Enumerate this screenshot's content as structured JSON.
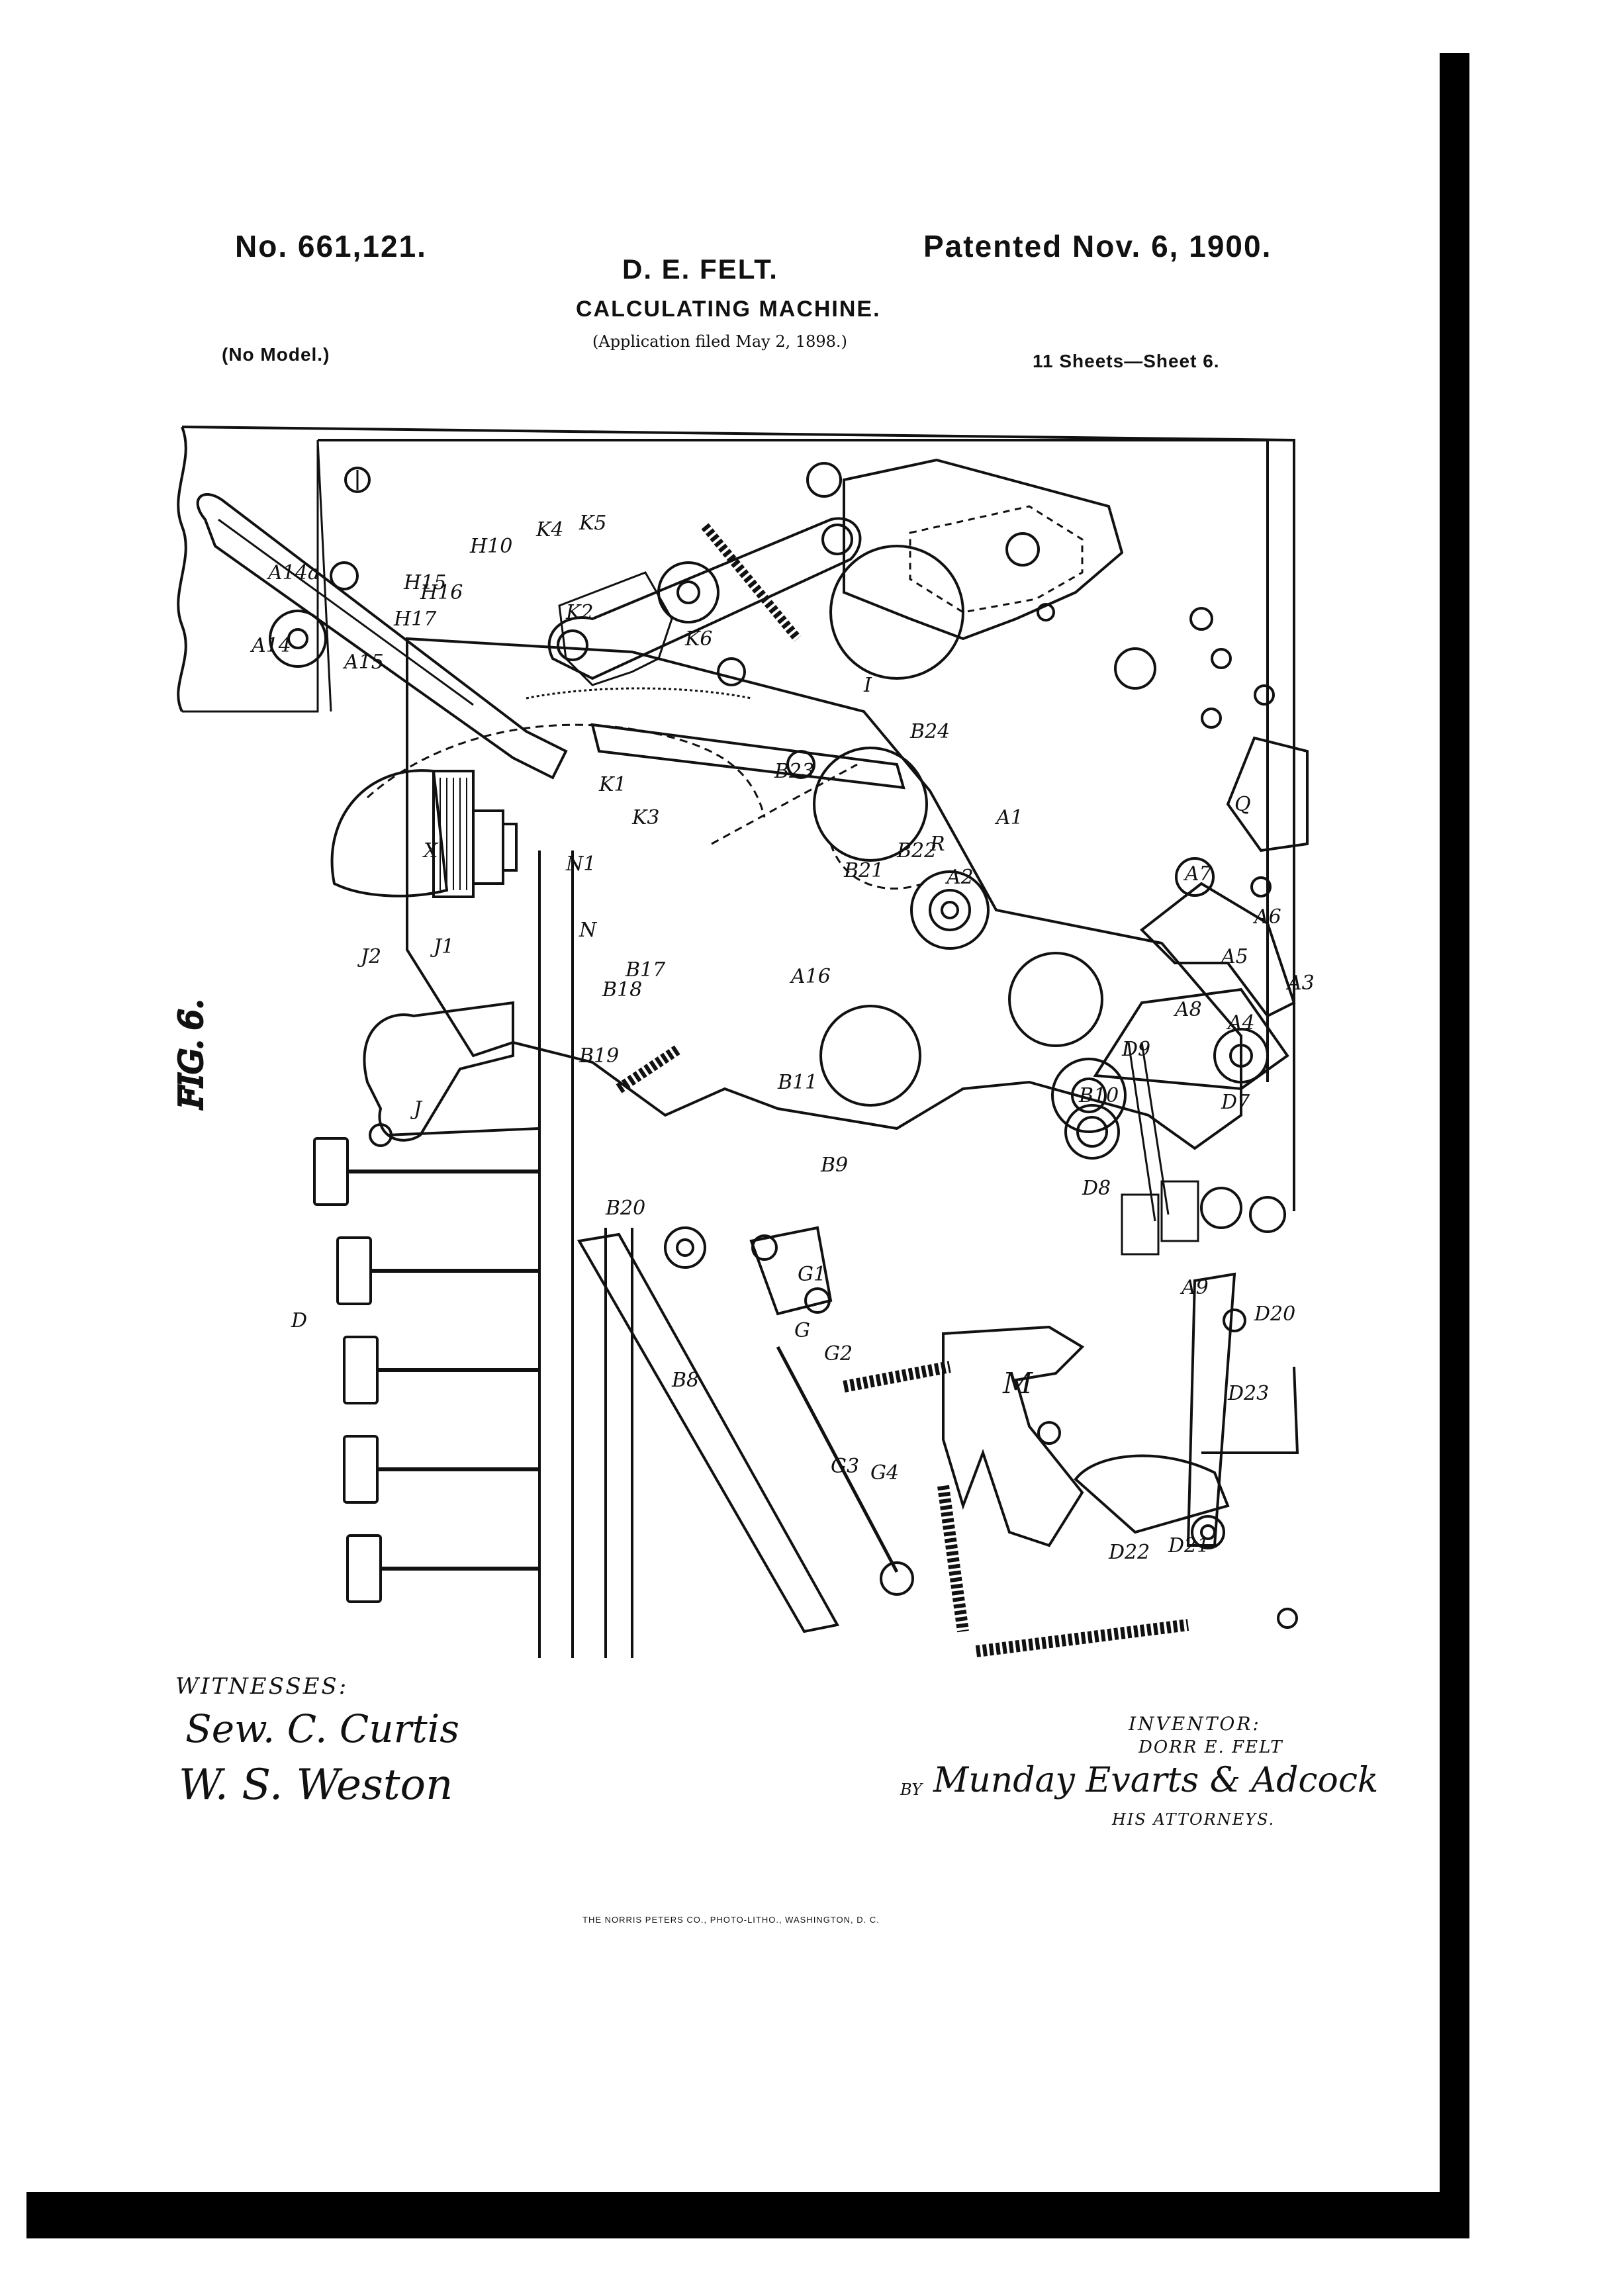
{
  "header": {
    "patent_number": "No. 661,121.",
    "patent_date": "Patented Nov. 6, 1900.",
    "inventor_heading": "D. E. FELT.",
    "title": "CALCULATING MACHINE.",
    "application": "(Application filed May 2, 1898.)",
    "model": "(No Model.)",
    "sheets": "11 Sheets—Sheet 6."
  },
  "figure": {
    "label": "FIG. 6.",
    "labels": [
      "A14a",
      "A14",
      "A15",
      "H15",
      "H16",
      "H17",
      "H10",
      "K4",
      "K5",
      "K2",
      "K6",
      "K1",
      "K3",
      "I",
      "B23",
      "B24",
      "B22",
      "B21",
      "R",
      "A1",
      "A2",
      "A7",
      "A6",
      "A5",
      "A3",
      "A4",
      "A8",
      "A16",
      "N1",
      "N",
      "X",
      "J2",
      "J1",
      "J",
      "B17",
      "B18",
      "B19",
      "B11",
      "B10",
      "B20",
      "B9",
      "B8",
      "G1",
      "G",
      "G2",
      "G3",
      "G4",
      "D",
      "D7",
      "D8",
      "D9",
      "A9",
      "D20",
      "D21",
      "D22",
      "D23",
      "M",
      "Q"
    ]
  },
  "witnesses": {
    "heading": "WITNESSES:",
    "names": [
      "Sew. C. Curtis",
      "W. S. Weston"
    ]
  },
  "inventor": {
    "heading": "INVENTOR:",
    "name": "DORR E. FELT",
    "by_prefix": "BY",
    "attorneys": "Munday Evarts & Adcock",
    "attorneys_label": "HIS ATTORNEYS."
  },
  "footer": {
    "printer": "THE NORRIS PETERS CO., PHOTO-LITHO., WASHINGTON, D. C."
  }
}
